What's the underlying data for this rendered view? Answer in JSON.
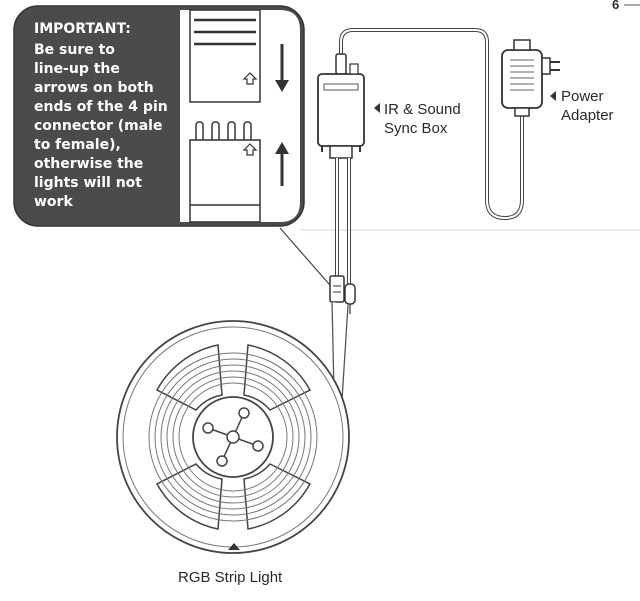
{
  "page_number": "6",
  "callout": {
    "heading": "IMPORTANT:",
    "lines": [
      "Be sure to",
      "line-up the",
      "arrows on both",
      "ends of the 4 pin",
      "connector (male",
      "to female),",
      "otherwise the",
      "lights will not",
      "work"
    ]
  },
  "labels": {
    "sync_box_line1": "IR & Sound",
    "sync_box_line2": "Sync Box",
    "adapter_line1": "Power",
    "adapter_line2": "Adapter",
    "strip_light": "RGB Strip Light"
  },
  "colors": {
    "callout_bg": "#4b4b4b",
    "line": "#555555",
    "text": "#2a2a2a"
  }
}
